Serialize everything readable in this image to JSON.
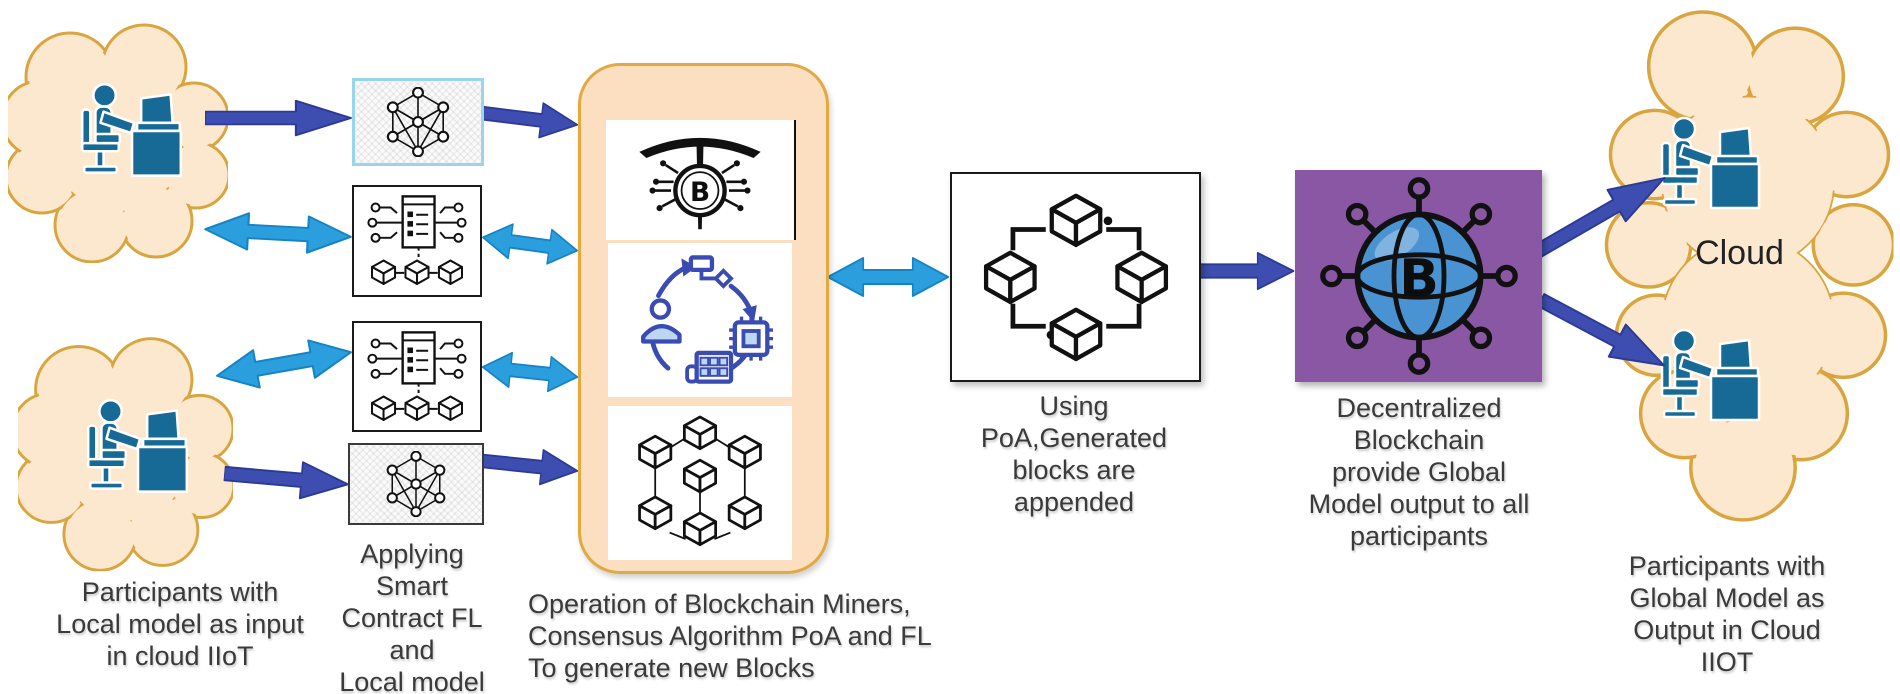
{
  "colors": {
    "arrow_dark": "#3d4eb0",
    "arrow_dark_edge": "#2b3a96",
    "arrow_light": "#2b9fdd",
    "arrow_light_edge": "#1583c4",
    "cloud_fill": "#fce8ce",
    "cloud_border": "#d9a53f",
    "panel_fill": "#fcdfc0",
    "panel_border": "#e2a93f",
    "purple_fill": "#8a57a5",
    "person_blue": "#176a96",
    "consensus_blue": "#3a4cb1",
    "consensus_light": "#bdd7f2",
    "globe_blue": "#4a93d3"
  },
  "captions": {
    "left": "Participants with\nLocal model as input\nin cloud IIoT",
    "middle": "Applying\nSmart\nContract FL\nand\nLocal model",
    "center": "Operation of Blockchain Miners,\nConsensus Algorithm PoA and FL\nTo generate new Blocks",
    "poa": "Using\nPoA,Generated\nblocks are\nappended",
    "global": "Decentralized\nBlockchain\nprovide Global\nModel output to all\nparticipants",
    "right": "Participants with\nGlobal Model as\nOutput in Cloud\nIIOT"
  },
  "labels": {
    "cloud": "Cloud",
    "bitcoin_symbol": "B"
  },
  "icons": {
    "person_at_desk": "person working at a computer desk",
    "federated_network": "fully connected nodes graph",
    "smart_contract": "contract document with circuit nodes and three blocks",
    "bitcoin_miner": "pickaxe over bitcoin coin with circuit traces",
    "consensus_cycle": "cyclic arrows with user, flowchart, cpu chip and ledger",
    "blockchain_cubes": "seven linked cubes network",
    "poa_blockchain": "four linked cubes in diamond layout",
    "decentralized_globe": "bitcoin globe with eight network spokes"
  }
}
